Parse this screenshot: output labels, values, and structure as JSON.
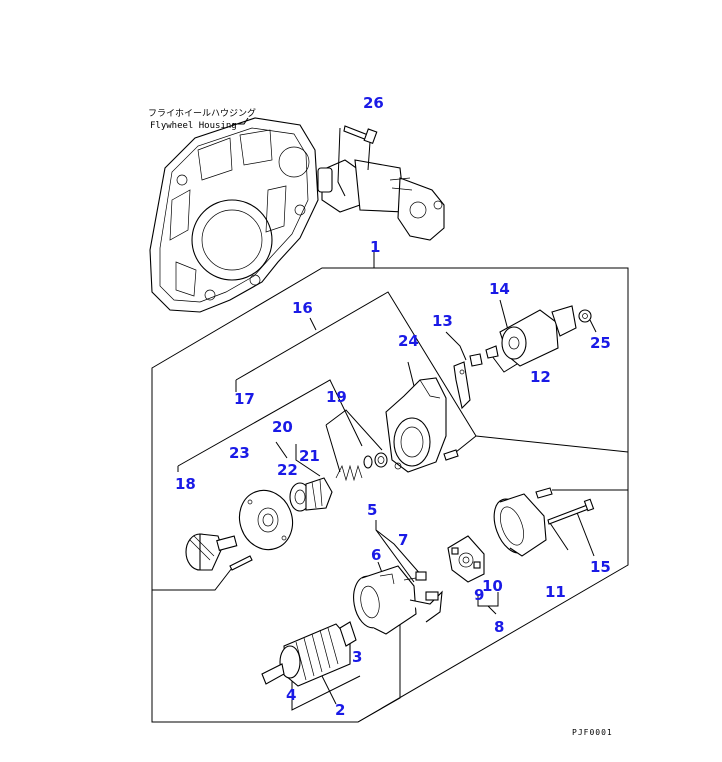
{
  "housing_caption": {
    "line1": "フライホイールハウジング",
    "line2": "Flywheel Housing"
  },
  "reference_code": "PJF0001",
  "callouts": {
    "n1": "1",
    "n2": "2",
    "n3": "3",
    "n4": "4",
    "n5": "5",
    "n6": "6",
    "n7": "7",
    "n8": "8",
    "n9": "9",
    "n10": "10",
    "n11": "11",
    "n12": "12",
    "n13": "13",
    "n14": "14",
    "n15": "15",
    "n16": "16",
    "n17": "17",
    "n18": "18",
    "n19": "19",
    "n20": "20",
    "n21": "21",
    "n22": "22",
    "n23": "23",
    "n24": "24",
    "n25": "25",
    "n26": "26"
  },
  "colors": {
    "callout": "#1a1ae6",
    "line": "#000000"
  }
}
